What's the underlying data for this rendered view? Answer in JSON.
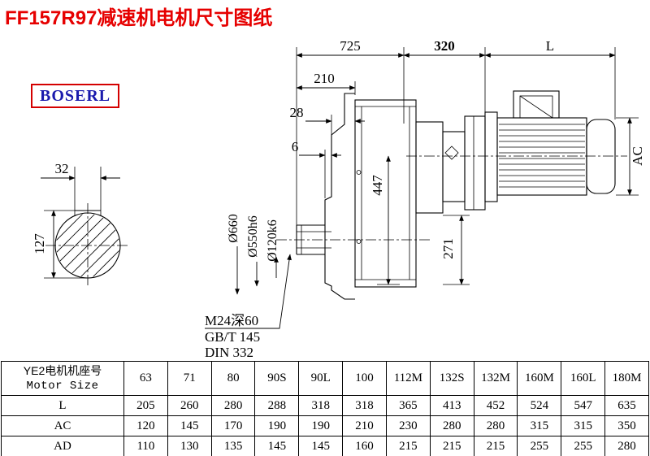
{
  "title": "FF157R97减速机电机尺寸图纸",
  "logo": "BOSERL",
  "colors": {
    "title_red": "#e60000",
    "logo_blue": "#1a1aad",
    "logo_border_red": "#d40000",
    "line_black": "#000000"
  },
  "drawing": {
    "dims": {
      "top_725": "725",
      "top_320": "320",
      "top_L": "L",
      "d210": "210",
      "d28": "28",
      "d6": "6",
      "d32": "32",
      "d127": "127",
      "d447": "447",
      "d271": "271",
      "ac": "AC",
      "dia_660": "Ø660",
      "dia_550": "Ø550h6",
      "dia_120": "Ø120k6"
    },
    "notes": {
      "tap": "M24深60",
      "gb": "GB/T 145",
      "din": "DIN 332"
    }
  },
  "table": {
    "header_cn": "YE2电机机座号",
    "header_en": "Motor Size",
    "columns": [
      "63",
      "71",
      "80",
      "90S",
      "90L",
      "100",
      "112M",
      "132S",
      "132M",
      "160M",
      "160L",
      "180M"
    ],
    "rows": [
      {
        "label": "L",
        "values": [
          "205",
          "260",
          "280",
          "288",
          "318",
          "318",
          "365",
          "413",
          "452",
          "524",
          "547",
          "635"
        ]
      },
      {
        "label": "AC",
        "values": [
          "120",
          "145",
          "170",
          "190",
          "190",
          "210",
          "230",
          "280",
          "280",
          "315",
          "315",
          "350"
        ]
      },
      {
        "label": "AD",
        "values": [
          "110",
          "130",
          "135",
          "145",
          "145",
          "160",
          "215",
          "215",
          "215",
          "255",
          "255",
          "280"
        ]
      }
    ]
  }
}
